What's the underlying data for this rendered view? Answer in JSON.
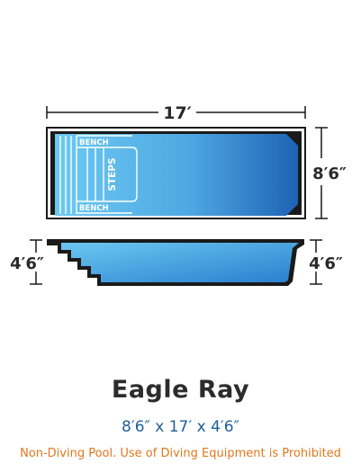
{
  "pool": {
    "length_label": "17′",
    "width_label": "8′6″",
    "depth_left_label": "4′6″",
    "depth_right_label": "4′6″",
    "bench_top_label": "BENCH",
    "bench_bottom_label": "BENCH",
    "steps_label": "STEPS"
  },
  "model": {
    "name": "Eagle Ray",
    "dimensions": "8′6″ x 17′ x 4′6″",
    "notice": "Non-Diving Pool. Use of Diving Equipment is Prohibited"
  },
  "colors": {
    "water_light": "#6ccaf1",
    "water_dark": "#1e63b5",
    "outline": "#1a1a1a",
    "dims_text": "#1f5f97",
    "notice_text": "#e0781c"
  }
}
